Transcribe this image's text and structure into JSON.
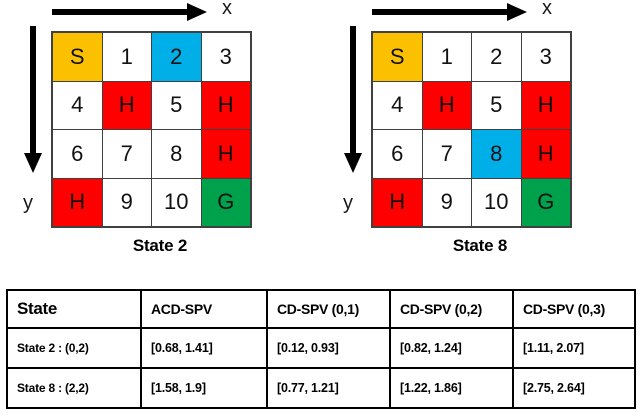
{
  "figure": {
    "panels": [
      {
        "name": "state-2-panel",
        "caption": "State 2",
        "x_axis_label": "x",
        "y_axis_label": "y",
        "grid": {
          "rows": 4,
          "cols": 4,
          "cells": [
            {
              "label": "S",
              "kind": "start"
            },
            {
              "label": "1",
              "kind": "empty"
            },
            {
              "label": "2",
              "kind": "agent"
            },
            {
              "label": "3",
              "kind": "empty"
            },
            {
              "label": "4",
              "kind": "empty"
            },
            {
              "label": "H",
              "kind": "hole"
            },
            {
              "label": "5",
              "kind": "empty"
            },
            {
              "label": "H",
              "kind": "hole"
            },
            {
              "label": "6",
              "kind": "empty"
            },
            {
              "label": "7",
              "kind": "empty"
            },
            {
              "label": "8",
              "kind": "empty"
            },
            {
              "label": "H",
              "kind": "hole"
            },
            {
              "label": "H",
              "kind": "hole"
            },
            {
              "label": "9",
              "kind": "empty"
            },
            {
              "label": "10",
              "kind": "empty"
            },
            {
              "label": "G",
              "kind": "goal"
            }
          ]
        }
      },
      {
        "name": "state-8-panel",
        "caption": "State 8",
        "x_axis_label": "x",
        "y_axis_label": "y",
        "grid": {
          "rows": 4,
          "cols": 4,
          "cells": [
            {
              "label": "S",
              "kind": "start"
            },
            {
              "label": "1",
              "kind": "empty"
            },
            {
              "label": "2",
              "kind": "empty"
            },
            {
              "label": "3",
              "kind": "empty"
            },
            {
              "label": "4",
              "kind": "empty"
            },
            {
              "label": "H",
              "kind": "hole"
            },
            {
              "label": "5",
              "kind": "empty"
            },
            {
              "label": "H",
              "kind": "hole"
            },
            {
              "label": "6",
              "kind": "empty"
            },
            {
              "label": "7",
              "kind": "empty"
            },
            {
              "label": "8",
              "kind": "agent"
            },
            {
              "label": "H",
              "kind": "hole"
            },
            {
              "label": "H",
              "kind": "hole"
            },
            {
              "label": "9",
              "kind": "empty"
            },
            {
              "label": "10",
              "kind": "empty"
            },
            {
              "label": "G",
              "kind": "goal"
            }
          ]
        }
      }
    ],
    "colors": {
      "start": "#FBC000",
      "hole": "#FF0000",
      "goal": "#00A14B",
      "agent": "#00AEE8",
      "empty": "#FFFFFF",
      "grid_line": "#404040",
      "arrow": "#000000"
    }
  },
  "table": {
    "name": "spv-table",
    "headers": [
      "State",
      "ACD-SPV",
      "CD-SPV (0,1)",
      "CD-SPV (0,2)",
      "CD-SPV (0,3)"
    ],
    "rows": [
      {
        "state": "State 2 : (0,2)",
        "acd_spv": "[0.68, 1.41]",
        "cd_spv_01": "[0.12, 0.93]",
        "cd_spv_02": "[0.82, 1.24]",
        "cd_spv_03": "[1.11, 2.07]"
      },
      {
        "state": "State 8 : (2,2)",
        "acd_spv": "[1.58, 1.9]",
        "cd_spv_01": "[0.77, 1.21]",
        "cd_spv_02": "[1.22, 1.86]",
        "cd_spv_03": "[2.75, 2.64]"
      }
    ]
  }
}
